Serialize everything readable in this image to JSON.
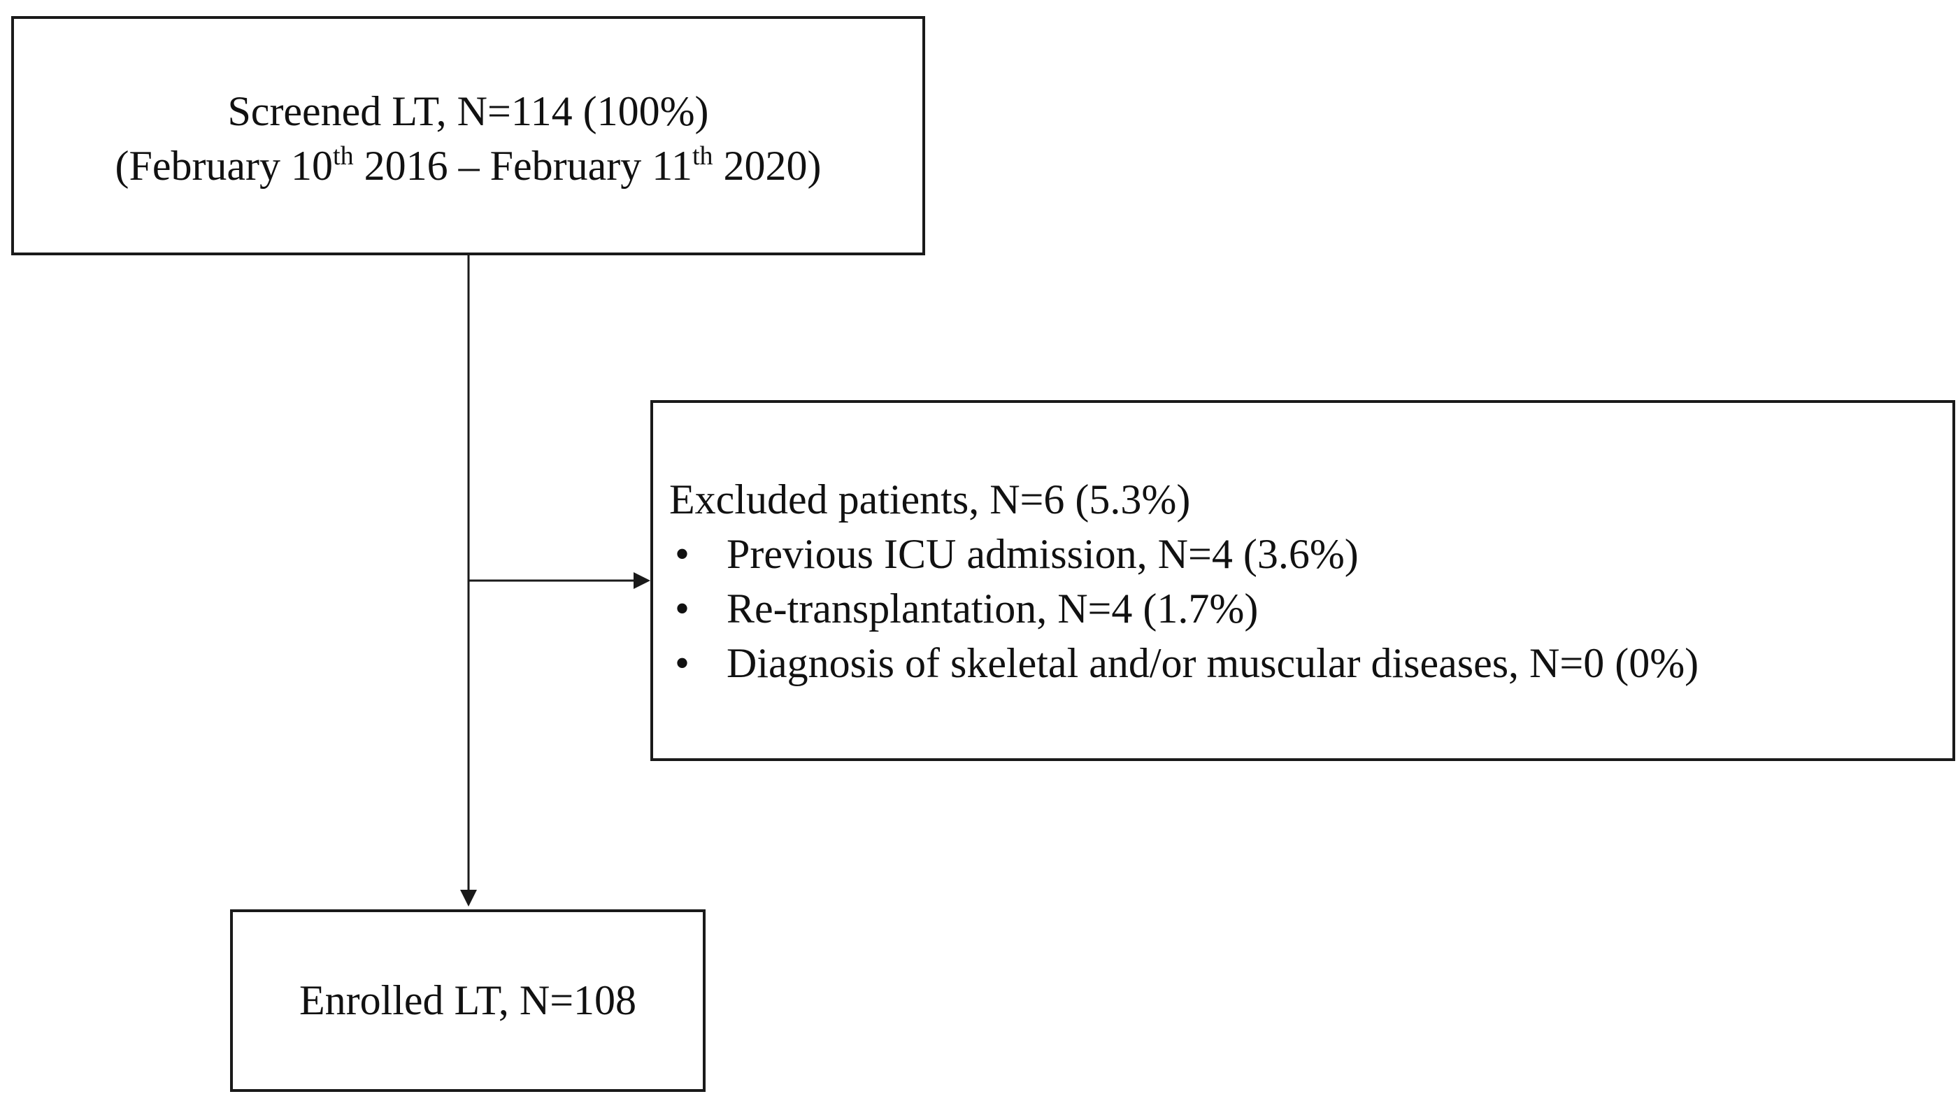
{
  "screened": {
    "line1": "Screened LT, N=114 (100%)",
    "line2_open": "(February 10",
    "line2_sup1": "th",
    "line2_mid": " 2016 – February 11",
    "line2_sup2": "th",
    "line2_close": " 2020)"
  },
  "excluded": {
    "title": "Excluded patients, N=6 (5.3%)",
    "bullet_symbol": "•",
    "items": [
      "Previous ICU admission, N=4 (3.6%)",
      "Re-transplantation, N=4 (1.7%)",
      "Diagnosis of skeletal and/or muscular diseases, N=0 (0%)"
    ]
  },
  "enrolled": {
    "label": "Enrolled LT, N=108"
  }
}
